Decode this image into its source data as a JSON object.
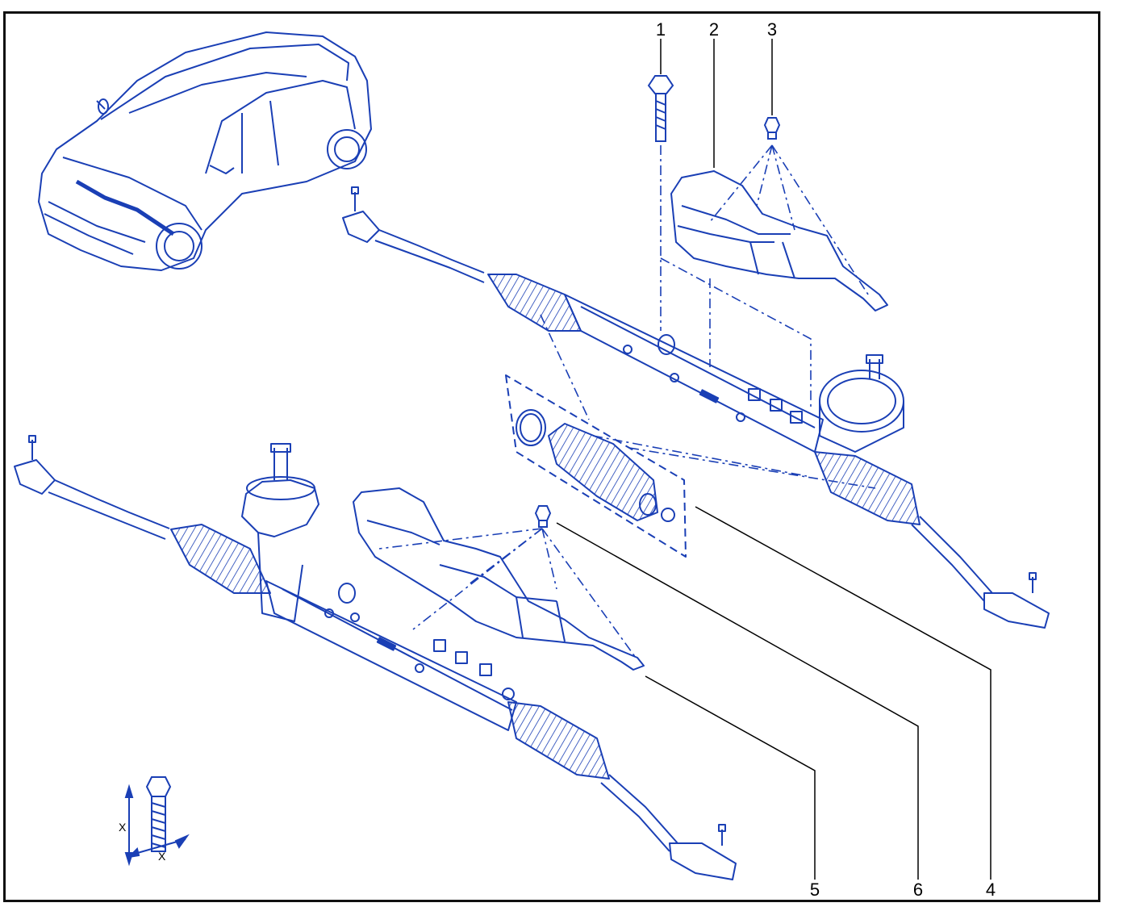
{
  "callouts": [
    {
      "id": "1",
      "label": "1"
    },
    {
      "id": "2",
      "label": "2"
    },
    {
      "id": "3",
      "label": "3"
    },
    {
      "id": "4",
      "label": "4"
    },
    {
      "id": "5",
      "label": "5"
    },
    {
      "id": "6",
      "label": "6"
    }
  ],
  "bolt_detail": {
    "dim_label_1": "X",
    "dim_label_2": "X"
  },
  "colors": {
    "line_art": "#1a3fb5",
    "frame": "#111111",
    "callout": "#000000"
  }
}
